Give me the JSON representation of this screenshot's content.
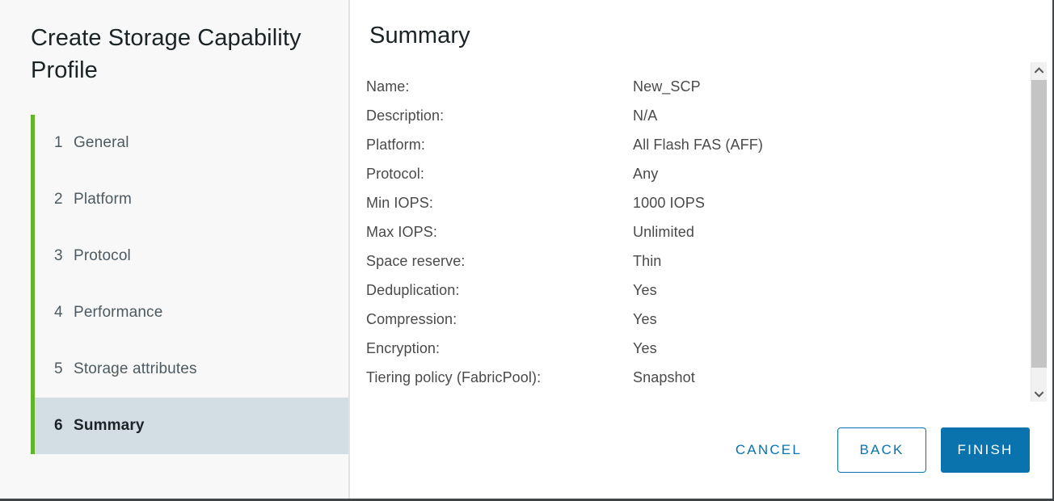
{
  "wizard": {
    "title": "Create Storage Capability Profile",
    "accent_green": "#61b52a",
    "accent_blue": "#0a73ad",
    "active_step_bg": "#d2dee3"
  },
  "sidebar": {
    "steps": [
      {
        "num": "1",
        "label": "General",
        "active": false
      },
      {
        "num": "2",
        "label": "Platform",
        "active": false
      },
      {
        "num": "3",
        "label": "Protocol",
        "active": false
      },
      {
        "num": "4",
        "label": "Performance",
        "active": false
      },
      {
        "num": "5",
        "label": "Storage attributes",
        "active": false
      },
      {
        "num": "6",
        "label": "Summary",
        "active": true
      }
    ]
  },
  "main": {
    "page_title": "Summary",
    "summary_rows": [
      {
        "label": "Name:",
        "value": "New_SCP"
      },
      {
        "label": "Description:",
        "value": "N/A"
      },
      {
        "label": "Platform:",
        "value": "All Flash FAS (AFF)"
      },
      {
        "label": "Protocol:",
        "value": "Any"
      },
      {
        "label": "Min IOPS:",
        "value": "1000 IOPS"
      },
      {
        "label": "Max IOPS:",
        "value": "Unlimited"
      },
      {
        "label": "Space reserve:",
        "value": "Thin"
      },
      {
        "label": "Deduplication:",
        "value": "Yes"
      },
      {
        "label": "Compression:",
        "value": "Yes"
      },
      {
        "label": "Encryption:",
        "value": "Yes"
      },
      {
        "label": "Tiering policy (FabricPool):",
        "value": "Snapshot"
      }
    ]
  },
  "scrollbar": {
    "up_icon": "chevron-up-icon",
    "down_icon": "chevron-down-icon"
  },
  "footer": {
    "cancel_label": "CANCEL",
    "back_label": "BACK",
    "finish_label": "FINISH"
  }
}
